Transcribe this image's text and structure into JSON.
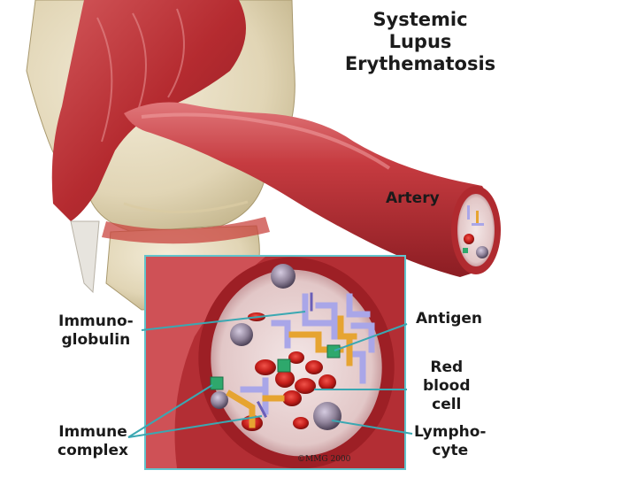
{
  "title": "Systemic\nLupus\nErythematosis",
  "labels": {
    "artery": "Artery",
    "immunoglobulin": "Immuno-\nglobulin",
    "antigen": "Antigen",
    "red_blood_cell": "Red\nblood\ncell",
    "immune_complex": "Immune\ncomplex",
    "lymphocyte": "Lympho-\ncyte"
  },
  "copyright": "©MMG 2000",
  "colors": {
    "artery_red": "#b8262c",
    "bone": "#e6dcc0",
    "inset_border": "#62c3cc",
    "immunoglobulin": "#a9a6e8",
    "antigen": "#2ea86c",
    "complex_orange": "#e6a431",
    "lymphocyte": "#8f8299"
  }
}
